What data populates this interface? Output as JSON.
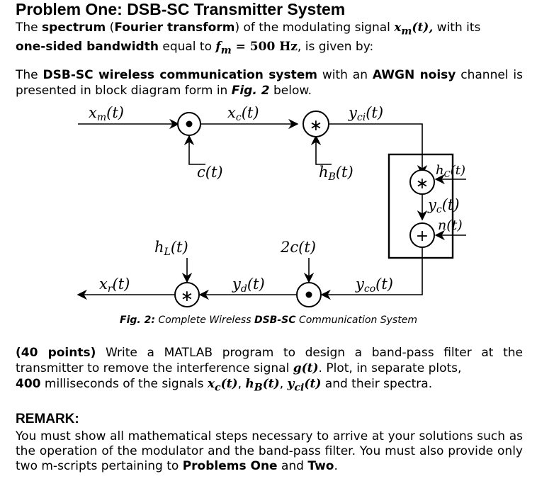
{
  "title": "Problem One: DSB-SC Transmitter System",
  "para1": {
    "t1": "The ",
    "b1": "spectrum",
    "t2": " (",
    "b2": "Fourier transform",
    "t3": ") of the modulating signal ",
    "m1": "x",
    "m1sub": "m",
    "m1arg": "(t),",
    "t4": " with its",
    "b3": "one-sided bandwidth",
    "t5": " equal to ",
    "m2": "f",
    "m2sub": "m",
    "m2rest": " = 500 Hz",
    "t6": ", is given by:"
  },
  "para2": {
    "t1": "The ",
    "b1": "DSB-SC wireless communication system",
    "t2": " with an ",
    "b2": "AWGN noisy",
    "t3": " channel is presented in block diagram form in ",
    "b3": "Fig. 2",
    "t4": " below."
  },
  "diagram": {
    "input": "x",
    "input_sub": "m",
    "xc": "x",
    "xc_sub": "c",
    "yci": "y",
    "yci_sub": "ci",
    "carrier": "c(t)",
    "hb": "h",
    "hb_sub": "B",
    "hc": "h",
    "hc_sub": "C",
    "yc": "y",
    "yc_sub": "c",
    "noise": "n(t)",
    "yco": "y",
    "yco_sub": "co",
    "carrier2": "2c(t)",
    "yd": "y",
    "yd_sub": "d",
    "hl": "h",
    "hl_sub": "L",
    "xr": "x",
    "xr_sub": "r",
    "arg": "(t)",
    "conv_symbol": "∗",
    "sum_symbol": "+"
  },
  "caption": {
    "fig": "Fig. 2:",
    "t1": " Complete Wireless ",
    "b1": "DSB-SC",
    "t2": " Communication System"
  },
  "para3": {
    "b1": "(40 points)",
    "t1": " Write a MATLAB program to design a band-pass filter at the transmitter to remove the interference signal ",
    "m1": "g(t)",
    "t2": ". Plot, in separate plots,",
    "b2": "400",
    "t3": " milliseconds of the signals ",
    "s1": "x",
    "s1sub": "c",
    "s2": "h",
    "s2sub": "B",
    "s3": "y",
    "s3sub": "ci",
    "arg": "(t)",
    "comma": ", ",
    "t4": " and their spectra."
  },
  "remark": {
    "heading": "REMARK:",
    "t1": "You must show all mathematical steps necessary to arrive at your solutions such as the operation of the modulator and the band-pass filter. You must also provide only two m-scripts pertaining to ",
    "b1": "Problems One",
    "t2": " and ",
    "b2": "Two",
    "t3": "."
  }
}
